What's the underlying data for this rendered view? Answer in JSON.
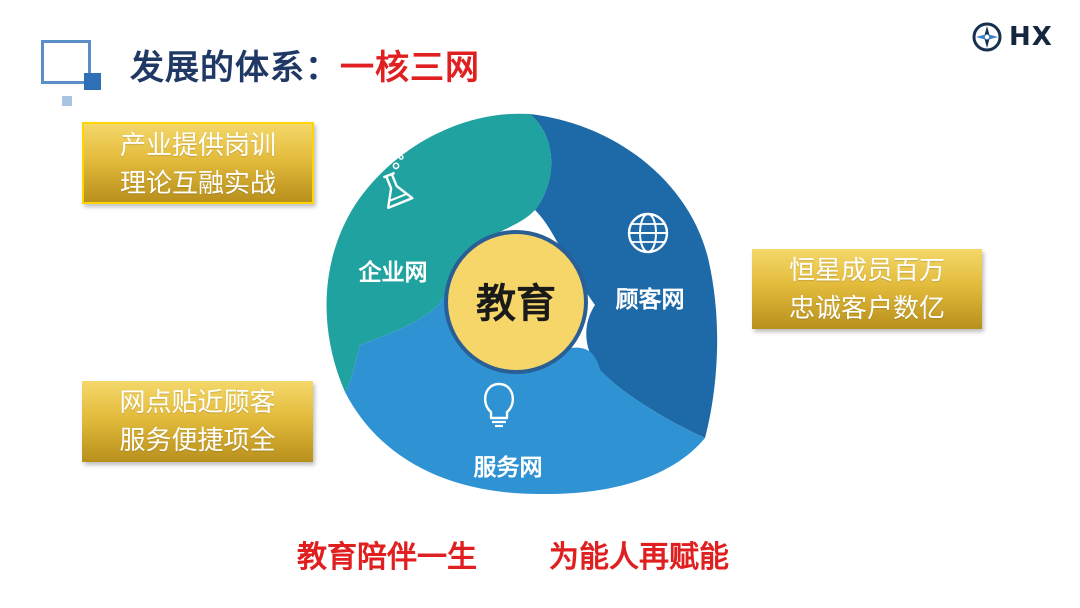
{
  "header": {
    "title_main": "发展的体系：",
    "title_accent": "一核三网",
    "logo_text": "HX"
  },
  "diagram": {
    "center_label": "教育",
    "segments": [
      {
        "label": "企业网",
        "icon": "flask-icon",
        "color": "#20a3a0"
      },
      {
        "label": "顾客网",
        "icon": "globe-icon",
        "color": "#1e6aa8"
      },
      {
        "label": "服务网",
        "icon": "lightbulb-icon",
        "color": "#2f93d3"
      }
    ],
    "center_color": "#f7d669"
  },
  "side_boxes": {
    "top_left": {
      "line1": "产业提供岗训",
      "line2": "理论互融实战"
    },
    "right": {
      "line1": "恒星成员百万",
      "line2": "忠诚客户数亿"
    },
    "bottom_left": {
      "line1": "网点贴近顾客",
      "line2": "服务便捷项全"
    }
  },
  "slogans": {
    "left": "教育陪伴一生",
    "right": "为能人再赋能"
  },
  "colors": {
    "title": "#1f3864",
    "accent": "#e02020",
    "gold": "#e3bb3c"
  }
}
